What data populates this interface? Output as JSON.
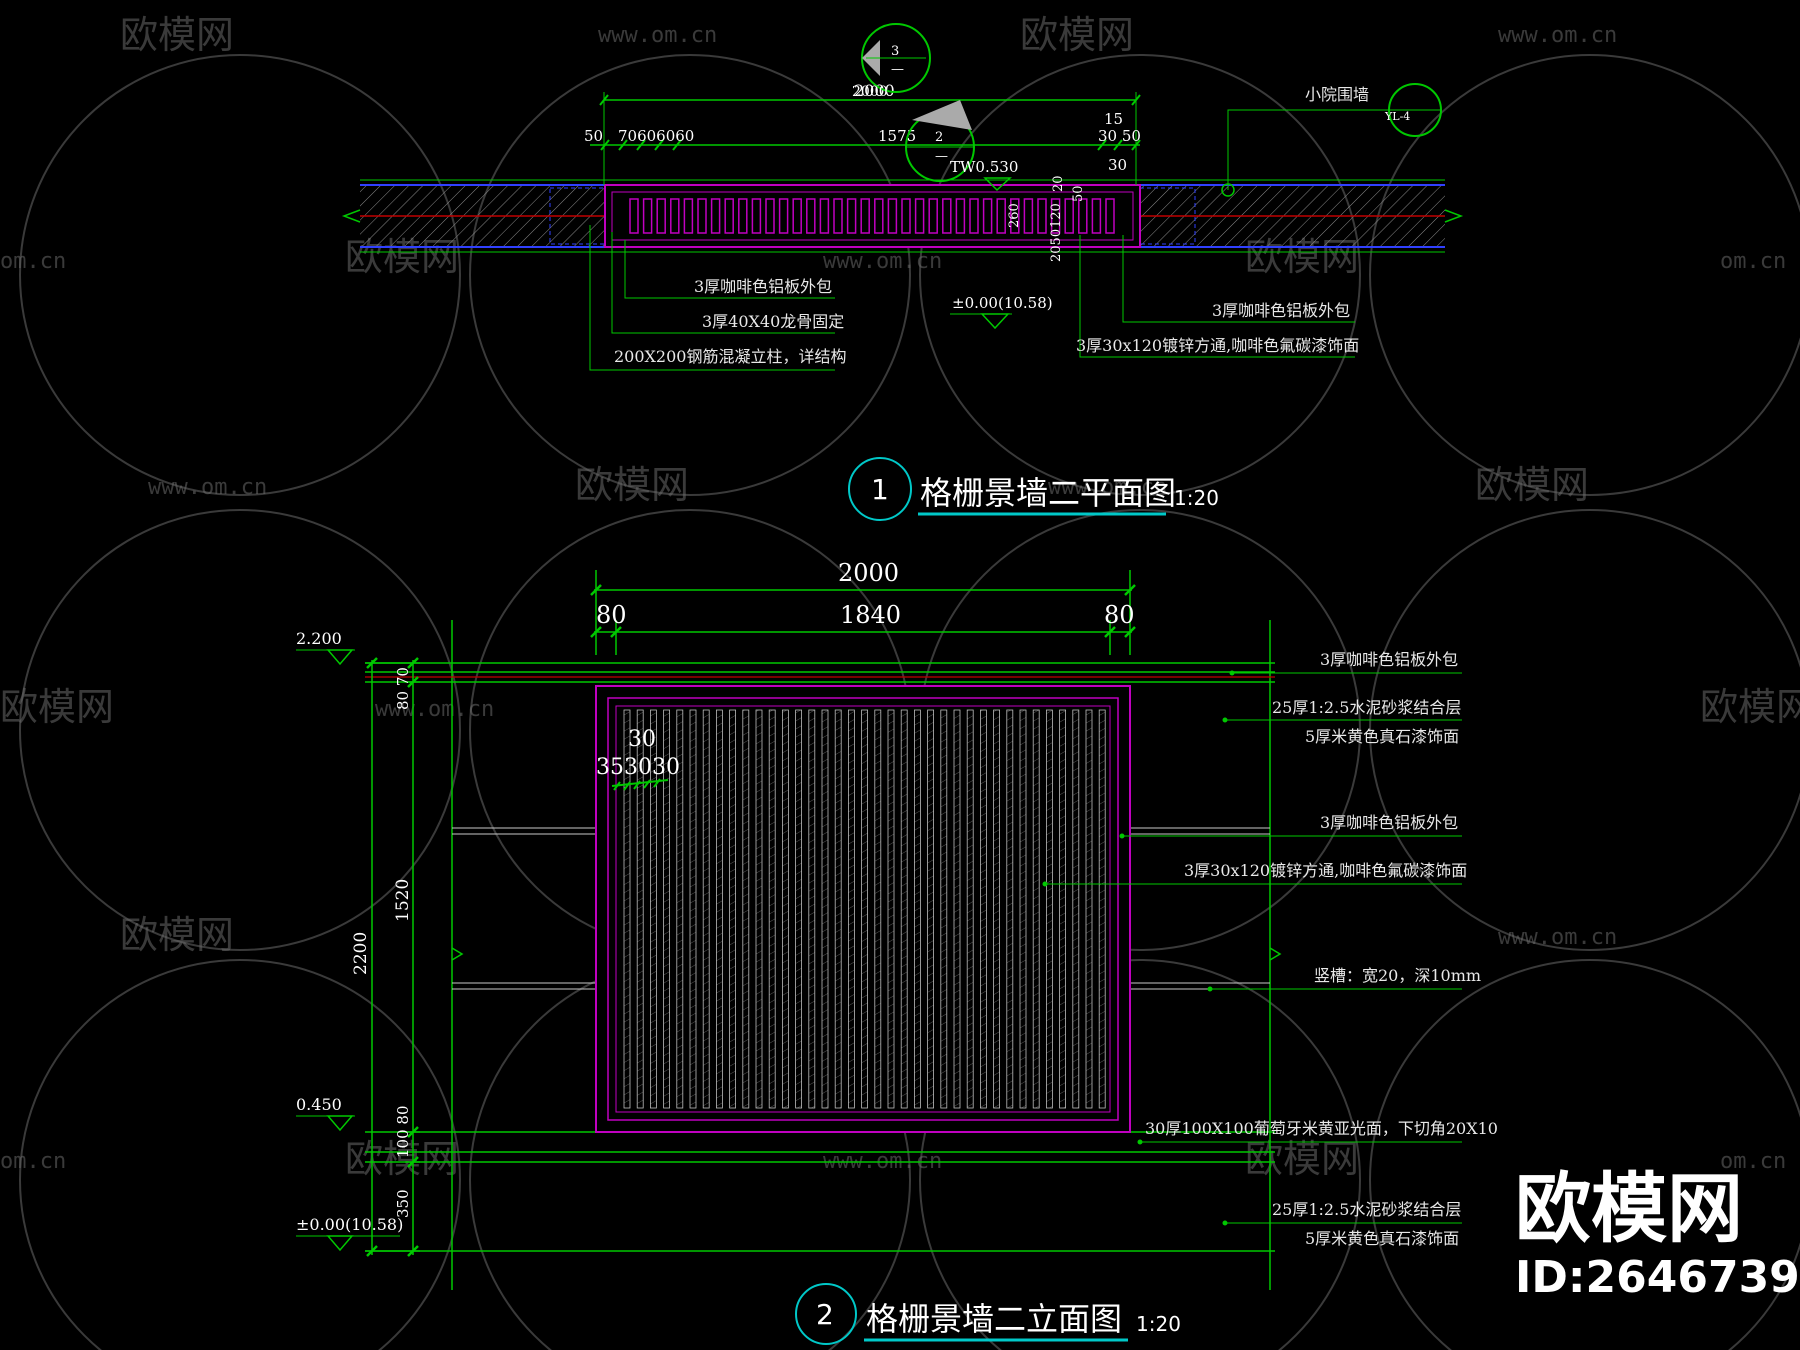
{
  "plan": {
    "dims": {
      "total": "2000",
      "left_50": "50",
      "slats": "70606060",
      "mid": "1575",
      "right_15": "15",
      "right_3050": "30 50",
      "right_30": "30",
      "v_20": "20",
      "v_50": "50",
      "v_260": "260",
      "v_120": "120",
      "v_2050": "2050"
    },
    "tw_label": "TW0.530",
    "level_label": "±0.00(10.58)",
    "callout_top": {
      "num": "3",
      "sub": "—"
    },
    "callout_mid": {
      "num": "2",
      "sub": "—"
    },
    "xiaoyuan": "小院围墙",
    "xiaoyuan_ref": "YL-4",
    "notes_left": [
      "3厚咖啡色铝板外包",
      "3厚40X40龙骨固定",
      "200X200钢筋混凝立柱，详结构"
    ],
    "notes_right": [
      "3厚咖啡色铝板外包",
      "3厚30x120镀锌方通,咖啡色氟碳漆饰面"
    ],
    "title_num": "1",
    "title": "格栅景墙二平面图",
    "scale": "1:20"
  },
  "elev": {
    "dims": {
      "total": "2000",
      "left_80": "80",
      "mid_1840": "1840",
      "right_80": "80",
      "h_2200": "2200",
      "h_8070": "80 70",
      "h_1520": "1520",
      "h_10080": "100 80",
      "h_350": "350",
      "slat_30": "30",
      "slat_353030": "353030"
    },
    "levels": [
      "2.200",
      "0.450",
      "±0.00(10.58)"
    ],
    "notes": [
      "3厚咖啡色铝板外包",
      "25厚1:2.5水泥砂浆结合层",
      "5厚米黄色真石漆饰面",
      "3厚咖啡色铝板外包",
      "3厚30x120镀锌方通,咖啡色氟碳漆饰面",
      "竖槽：宽20，深10mm",
      "30厚100X100葡萄牙米黄亚光面，下切角20X10",
      "25厚1:2.5水泥砂浆结合层",
      "5厚米黄色真石漆饰面"
    ],
    "title_num": "2",
    "title": "格栅景墙二立面图",
    "scale": "1:20"
  },
  "watermark": {
    "logo": "欧模网",
    "url": "www.om.cn",
    "url_short": "om.cn",
    "logo_cut": "欧模网"
  },
  "brand": {
    "logo": "欧模网",
    "id": "ID:2646739"
  },
  "colors": {
    "dim_line": "#00c800",
    "wall_line": "#c000c0",
    "slat_line": "#c8c8c8",
    "cyan": "#00c8c8",
    "red_axis": "#c00000",
    "blue_axis": "#3040ff"
  }
}
